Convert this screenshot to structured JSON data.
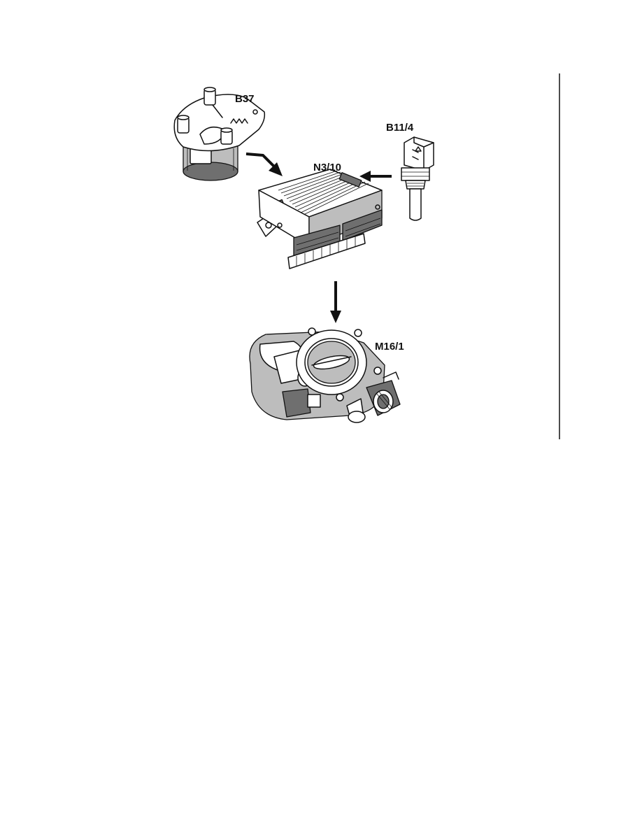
{
  "labels": {
    "b37": "B37",
    "n310": "N3/10",
    "b114": "B11/4",
    "m161": "M16/1"
  },
  "colors": {
    "ink": "#111111",
    "background": "#ffffff"
  }
}
